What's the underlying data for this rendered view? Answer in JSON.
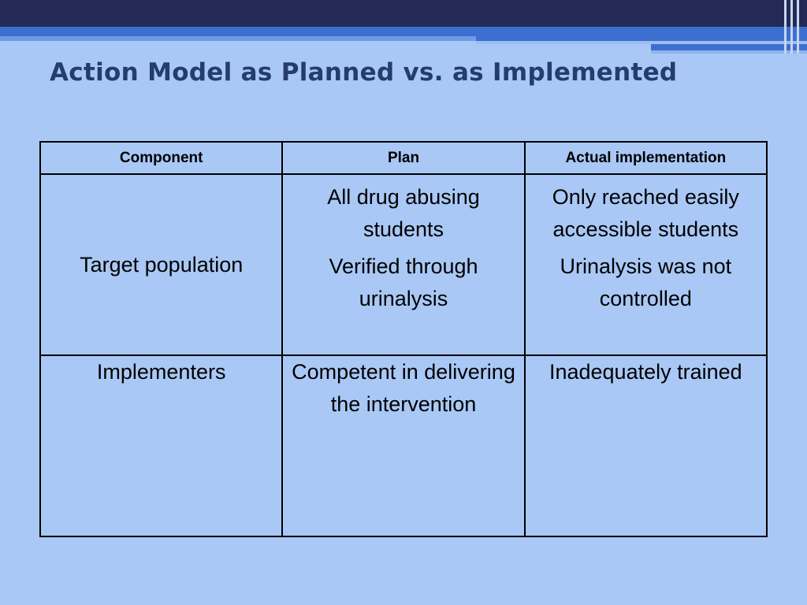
{
  "title": "Action Model as Planned vs. as Implemented",
  "colors": {
    "background": "#a9c8f5",
    "banner_dark": "#232a55",
    "banner_blue": "#3d6fd0",
    "title_color": "#253c6e"
  },
  "table": {
    "headers": [
      "Component",
      "Plan",
      "Actual implementation"
    ],
    "rows": [
      {
        "component": "Target population",
        "plan": [
          "All drug abusing students",
          "Verified through urinalysis"
        ],
        "actual": [
          "Only reached easily accessible students",
          "Urinalysis was not controlled"
        ]
      },
      {
        "component": "Implementers",
        "plan": [
          "Competent in delivering the intervention"
        ],
        "actual": [
          "Inadequately trained"
        ]
      }
    ]
  }
}
